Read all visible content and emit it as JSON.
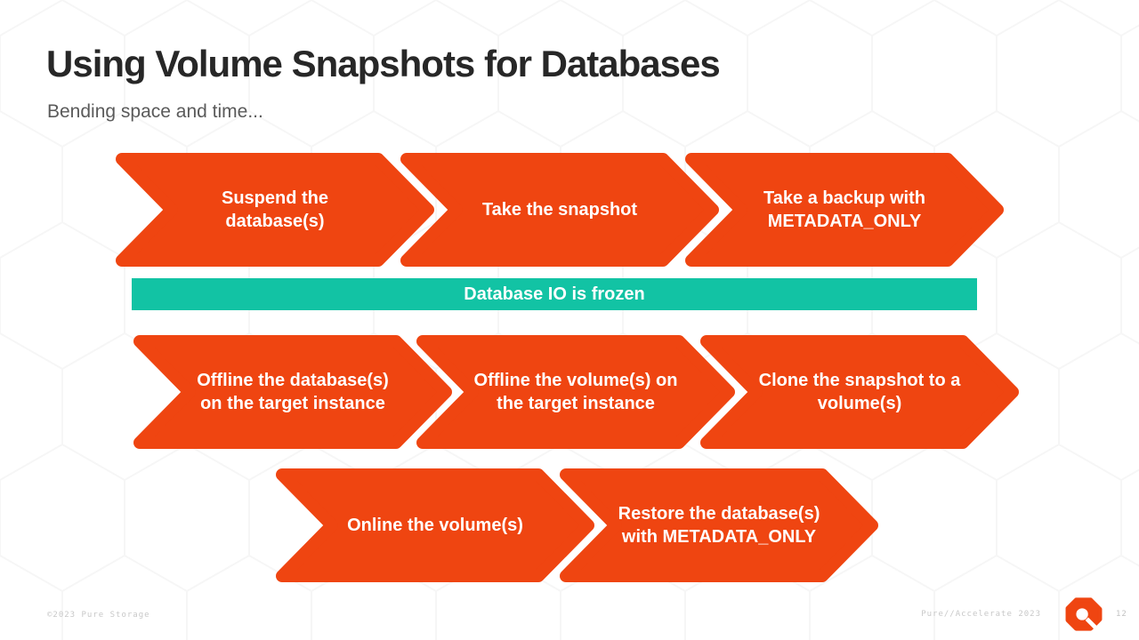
{
  "title": "Using Volume Snapshots for Databases",
  "subtitle": "Bending space and time...",
  "colors": {
    "orange": "#EF4511",
    "teal": "#12C3A4",
    "title_text": "#272727",
    "subtitle_text": "#5A5A5A",
    "footer_text": "#C8C8C8"
  },
  "flow": {
    "row1": {
      "steps": [
        {
          "label": "Suspend the\ndatabase(s)"
        },
        {
          "label": "Take the snapshot"
        },
        {
          "label": "Take a backup with\nMETADATA_ONLY"
        }
      ]
    },
    "banner": {
      "label": "Database IO is frozen"
    },
    "row2": {
      "steps": [
        {
          "label": "Offline the database(s)\non the target instance"
        },
        {
          "label": "Offline the volume(s) on\nthe target instance"
        },
        {
          "label": "Clone the snapshot to a\nvolume(s)"
        }
      ]
    },
    "row3": {
      "steps": [
        {
          "label": "Online the volume(s)"
        },
        {
          "label": "Restore the database(s)\nwith METADATA_ONLY"
        }
      ]
    }
  },
  "footer": {
    "copyright": "©2023 Pure Storage",
    "event": "Pure//Accelerate 2023",
    "page": "12",
    "logo": "pure-storage-logo"
  }
}
